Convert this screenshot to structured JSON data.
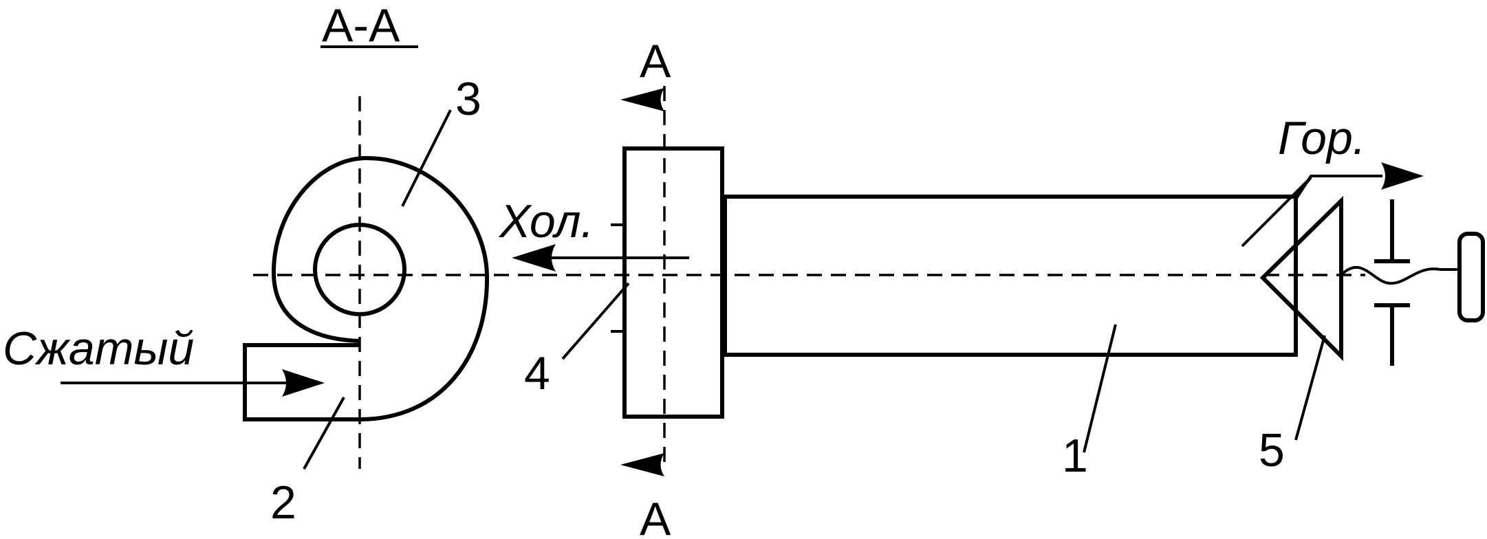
{
  "section_title": "А-А",
  "section_marks": {
    "top": "А",
    "bottom": "А"
  },
  "flows": {
    "compressed": "Сжатый",
    "cold": "Хол.",
    "hot": "Гор."
  },
  "callouts": {
    "n1": "1",
    "n2": "2",
    "n3": "3",
    "n4": "4",
    "n5": "5"
  }
}
